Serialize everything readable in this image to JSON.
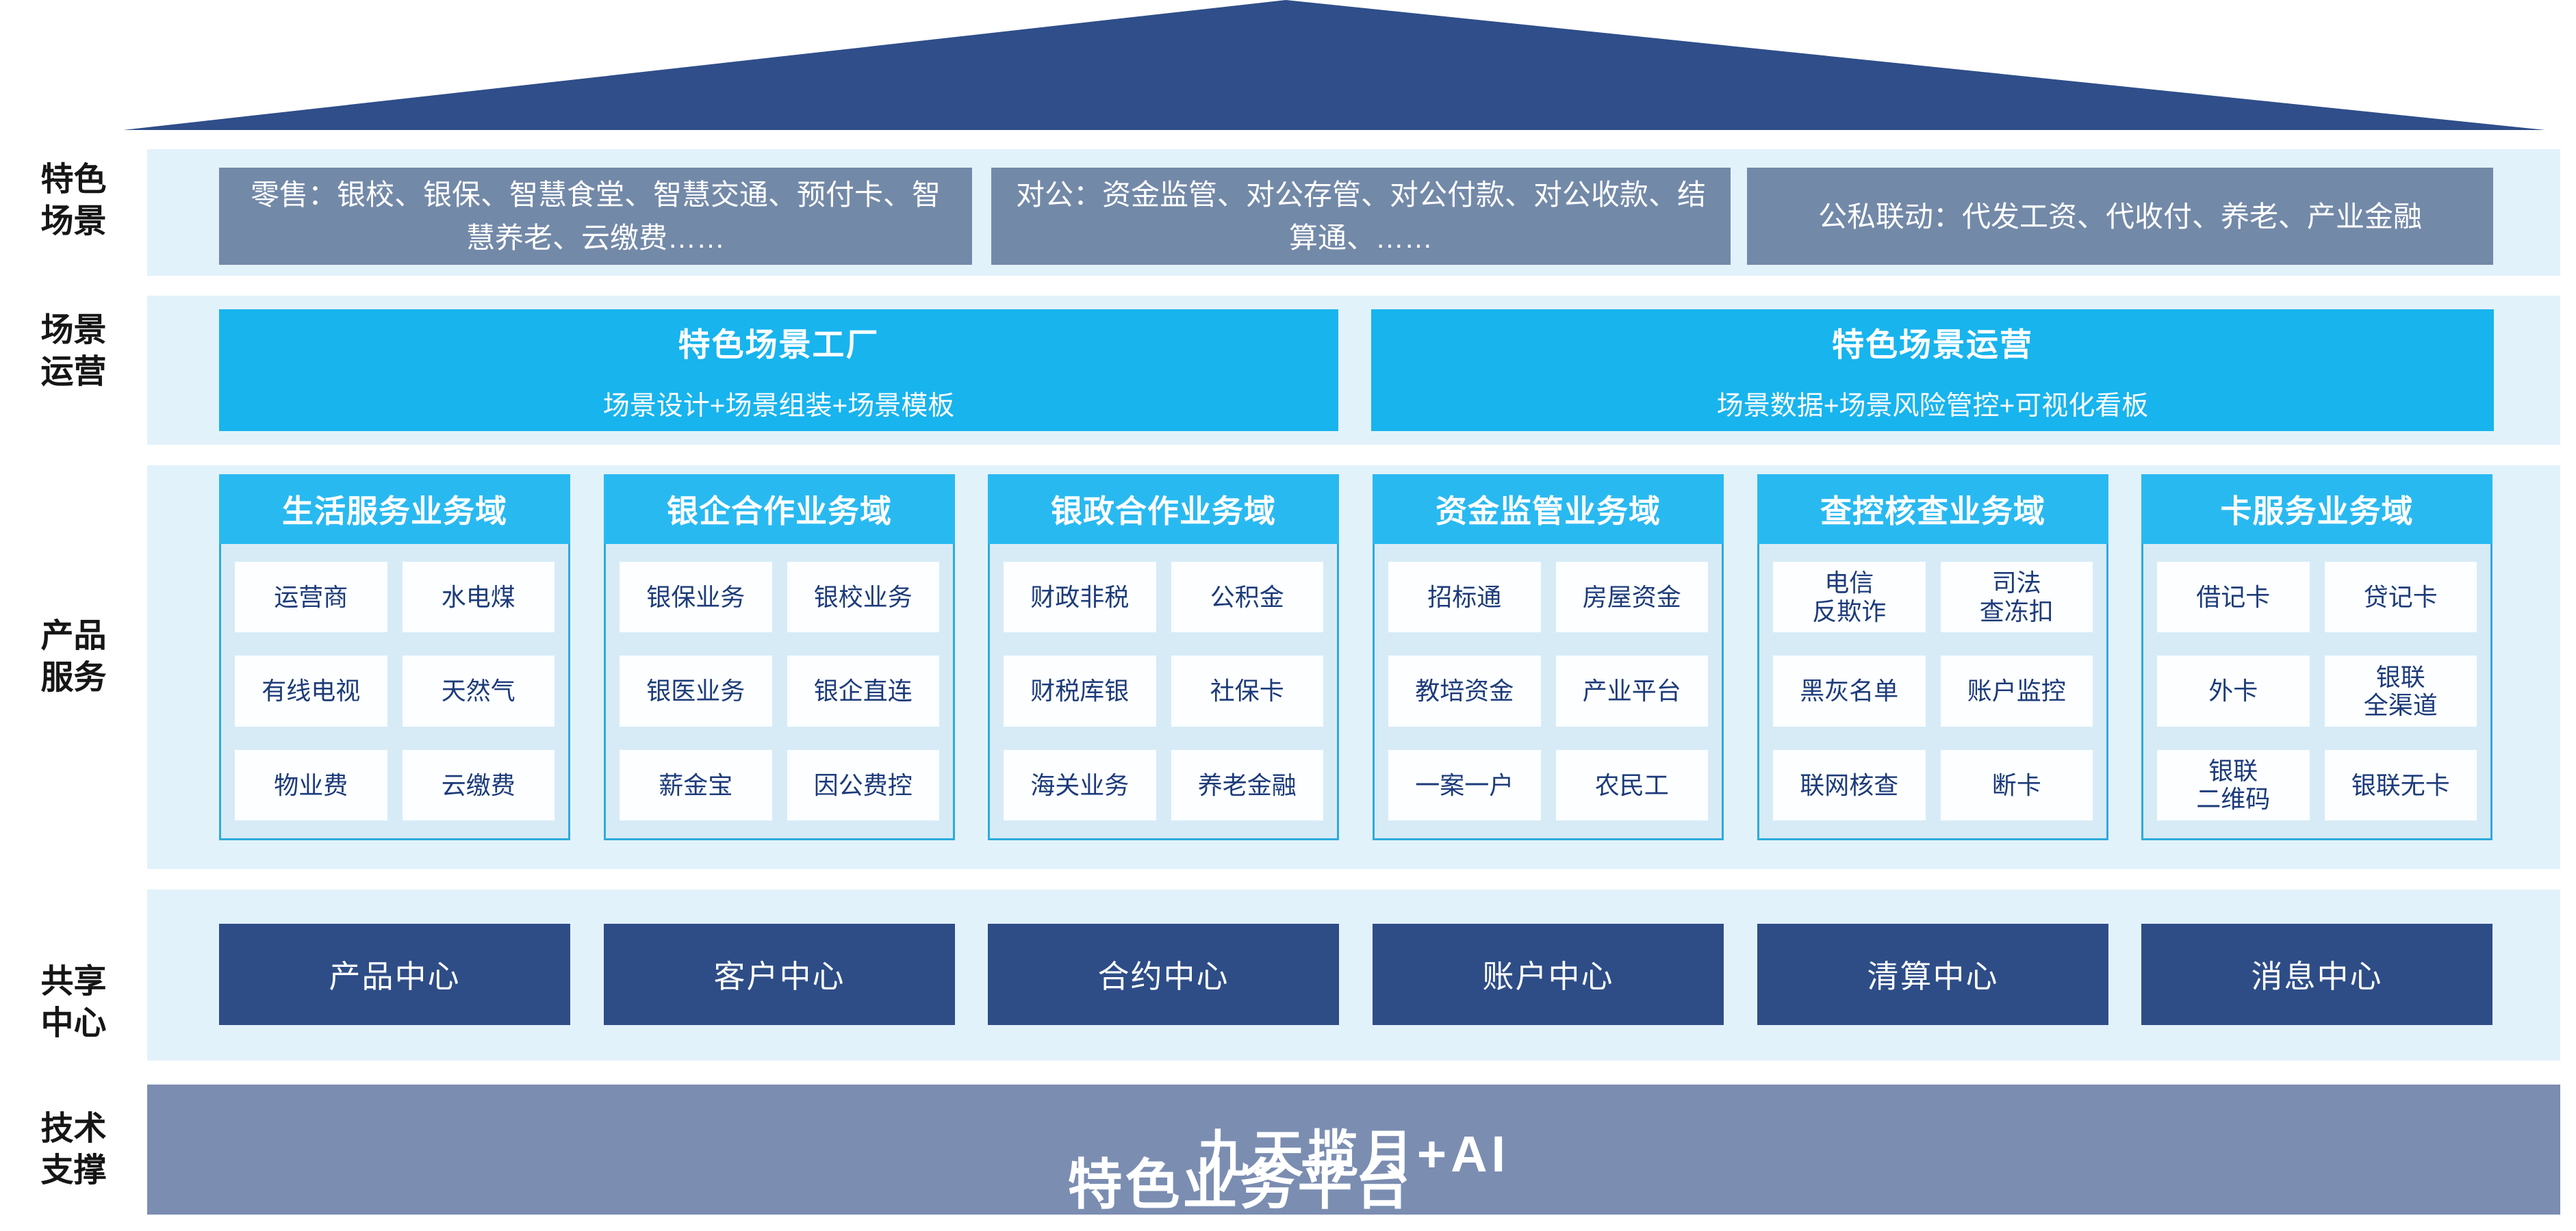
{
  "title": "特色业务平台",
  "side_labels": [
    "特色\n场景",
    "场景\n运营",
    "产品\n服务",
    "共享\n中心",
    "技术\n支撑"
  ],
  "scene_row": {
    "boxes": [
      "零售：银校、银保、智慧食堂、智慧交通、预付卡、智慧养老、云缴费……",
      "对公：资金监管、对公存管、对公付款、对公收款、结算通、……",
      "公私联动：代发工资、代收付、养老、产业金融"
    ]
  },
  "operation_row": {
    "boxes": [
      {
        "title": "特色场景工厂",
        "subtitle": "场景设计+场景组装+场景模板"
      },
      {
        "title": "特色场景运营",
        "subtitle": "场景数据+场景风险管控+可视化看板"
      }
    ]
  },
  "domain_row": {
    "columns": [
      {
        "title": "生活服务业务域",
        "items": [
          "运营商",
          "水电煤",
          "有线电视",
          "天然气",
          "物业费",
          "云缴费"
        ]
      },
      {
        "title": "银企合作业务域",
        "items": [
          "银保业务",
          "银校业务",
          "银医业务",
          "银企直连",
          "薪金宝",
          "因公费控"
        ]
      },
      {
        "title": "银政合作业务域",
        "items": [
          "财政非税",
          "公积金",
          "财税库银",
          "社保卡",
          "海关业务",
          "养老金融"
        ]
      },
      {
        "title": "资金监管业务域",
        "items": [
          "招标通",
          "房屋资金",
          "教培资金",
          "产业平台",
          "一案一户",
          "农民工"
        ]
      },
      {
        "title": "查控核查业务域",
        "items": [
          "电信\n反欺诈",
          "司法\n查冻扣",
          "黑灰名单",
          "账户监控",
          "联网核查",
          "断卡"
        ]
      },
      {
        "title": "卡服务业务域",
        "items": [
          "借记卡",
          "贷记卡",
          "外卡",
          "银联\n全渠道",
          "银联\n二维码",
          "银联无卡"
        ]
      }
    ]
  },
  "center_row": {
    "boxes": [
      "产品中心",
      "客户中心",
      "合约中心",
      "账户中心",
      "清算中心",
      "消息中心"
    ]
  },
  "tech_row": {
    "banner": "九天揽月+AI"
  },
  "colors": {
    "roof_dark_blue": "#2F4E8A",
    "scene_slate_blue": "#7389A8",
    "operation_cyan": "#18B4EE",
    "domain_header_cyan": "#29B9F1",
    "domain_body_light_blue": "#D7EBF7",
    "domain_border_cyan": "#2EAADD",
    "band_light_blue": "#E2F2FB",
    "chip_text_navy": "#1D3B7A",
    "center_dark_blue": "#2E4D87",
    "tech_banner_slate": "#7B8DB1"
  }
}
